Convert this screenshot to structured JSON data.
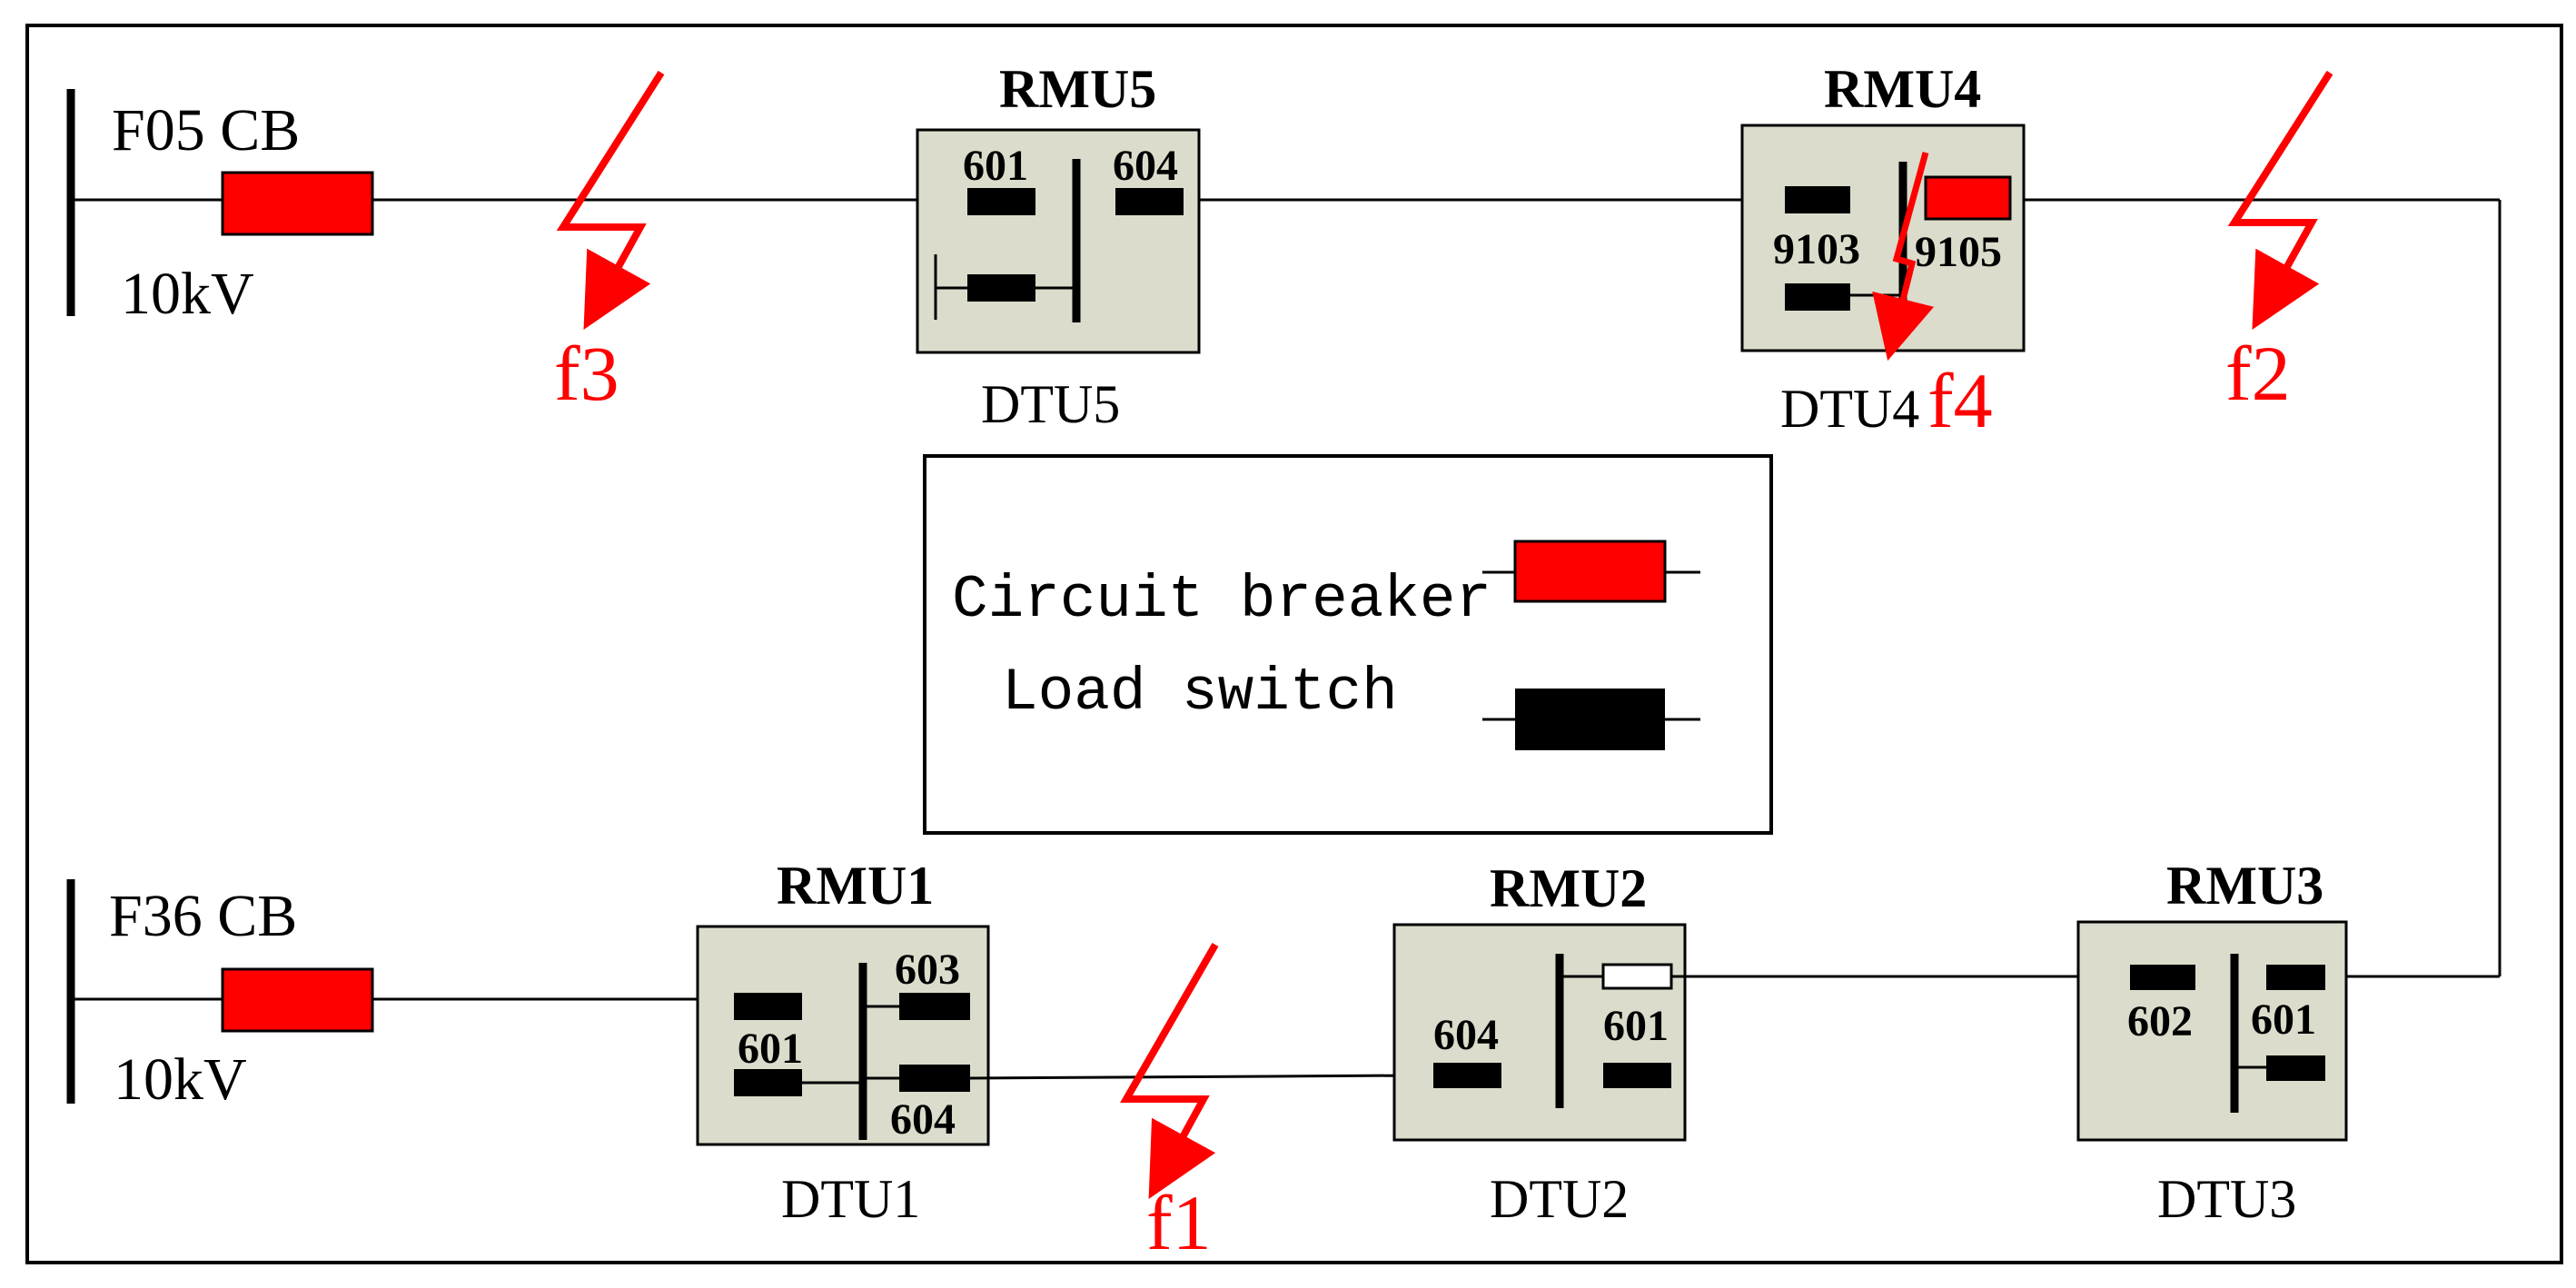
{
  "sources": {
    "top": {
      "cb": "F05 CB",
      "voltage": "10kV"
    },
    "bottom": {
      "cb": "F36 CB",
      "voltage": "10kV"
    }
  },
  "rmus": {
    "rmu5": {
      "name": "RMU5",
      "dtu": "DTU5",
      "sw_left": "601",
      "sw_right": "604"
    },
    "rmu4": {
      "name": "RMU4",
      "dtu": "DTU4",
      "sw_left": "9103",
      "sw_right": "9105"
    },
    "rmu1": {
      "name": "RMU1",
      "dtu": "DTU1",
      "sw_top": "603",
      "sw_left": "601",
      "sw_bottom": "604"
    },
    "rmu2": {
      "name": "RMU2",
      "dtu": "DTU2",
      "sw_left": "604",
      "sw_right": "601"
    },
    "rmu3": {
      "name": "RMU3",
      "dtu": "DTU3",
      "sw_left": "602",
      "sw_right": "601"
    }
  },
  "faults": {
    "f1": "f1",
    "f2": "f2",
    "f3": "f3",
    "f4": "f4"
  },
  "legend": {
    "circuit_breaker": "Circuit breaker",
    "load_switch": "Load switch"
  },
  "colors": {
    "breaker": "#ff0000",
    "switch": "#000000",
    "rmu_fill": "#dcdccc",
    "fault": "#ff0000"
  }
}
